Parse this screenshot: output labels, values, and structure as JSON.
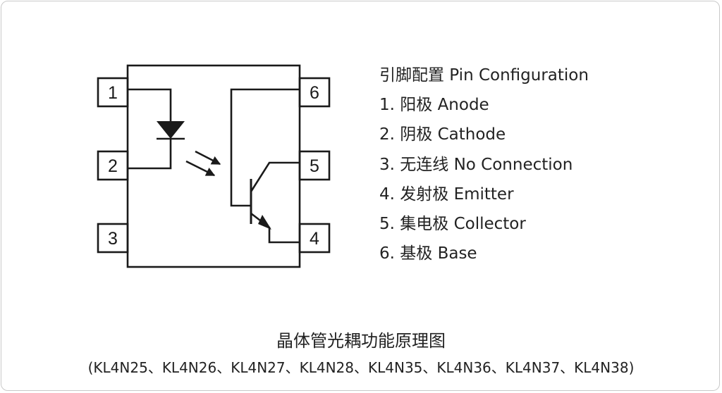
{
  "pins": [
    {
      "number": "1",
      "label": "1. 阳极 Anode"
    },
    {
      "number": "2",
      "label": "2. 阴极 Cathode"
    },
    {
      "number": "3",
      "label": "3. 无连线 No Connection"
    },
    {
      "number": "4",
      "label": "4. 发射极 Emitter"
    },
    {
      "number": "5",
      "label": "5. 集电极 Collector"
    },
    {
      "number": "6",
      "label": "6. 基极 Base"
    }
  ],
  "pin_table": {
    "heading": "引脚配置 Pin Configuration"
  },
  "caption": {
    "title": "晶体管光耦功能原理图",
    "models": "(KL4N25、KL4N26、KL4N27、KL4N28、KL4N35、KL4N36、KL4N37、KL4N38)"
  },
  "colors": {
    "line": "#1a1a1a",
    "background": "#ffffff",
    "border": "#c9c9c9"
  },
  "icons": [
    "photodiode-led-icon",
    "light-emission-arrows-icon",
    "phototransistor-icon"
  ]
}
